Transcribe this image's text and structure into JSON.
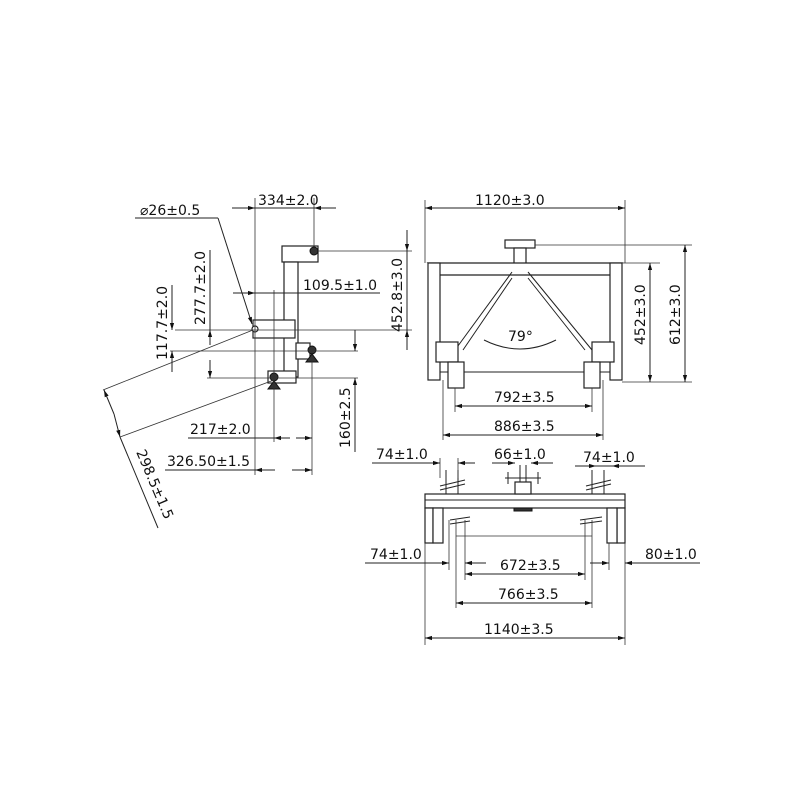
{
  "side_view": {
    "dims": {
      "d334": "334±2.0",
      "dia26": "⌀26±0.5",
      "d109": "109.5±1.0",
      "d452_8": "452.8±3.0",
      "d117": "117.7±2.0",
      "d277": "277.7±2.0",
      "d160": "160±2.5",
      "d217": "217±2.0",
      "d326": "326.50±1.5",
      "d298": "298.5±1.5"
    }
  },
  "front_view": {
    "dims": {
      "d1120": "1120±3.0",
      "angle": "79°",
      "d452": "452±3.0",
      "d612": "612±3.0",
      "d792": "792±3.5",
      "d886": "886±3.5"
    }
  },
  "top_view": {
    "dims": {
      "d74a": "74±1.0",
      "d66": "66±1.0",
      "d74b": "74±1.0",
      "d74c": "74±1.0",
      "d80": "80±1.0",
      "d672": "672±3.5",
      "d766": "766±3.5",
      "d1140": "1140±3.5"
    }
  }
}
